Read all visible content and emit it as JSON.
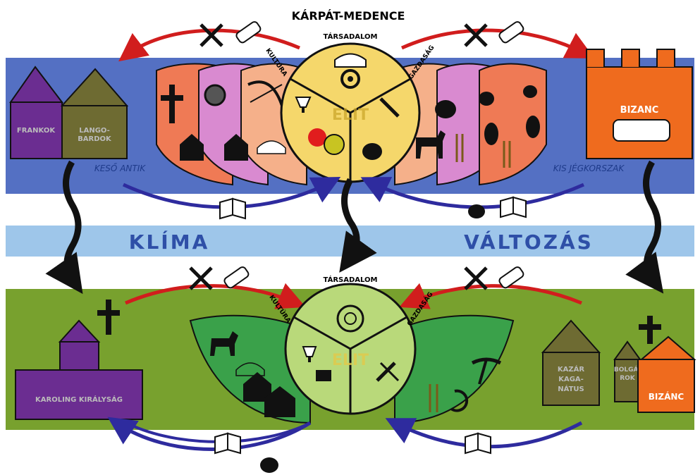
{
  "title": "KÁRPÁT-MEDENCE",
  "top": {
    "center_society": "TÁRSADALOM",
    "center_culture": "KULTÚRA",
    "center_economy": "GAZDASÁG",
    "center_elite": "ELIT",
    "west_buildings": [
      "FRANKOK",
      "LANGO-",
      "BARDOK"
    ],
    "east_building": "BIZANC",
    "late_antique": "KESŐ ANTIK",
    "little_ice_age": "KIS JÉGKORSZAK"
  },
  "band": {
    "left": "KLÍMA",
    "right": "VÁLTOZÁS"
  },
  "bottom": {
    "center_society": "TÁRSADALOM",
    "center_culture": "KULTÚRA",
    "center_economy": "GAZDASÁG",
    "center_elite": "ELIT",
    "west_building": "KAROLING KIRÁLYSÁG",
    "khazar": [
      "KAZÁR",
      "KAGA-",
      "NÁTUS"
    ],
    "bulgar": [
      "BOLGÁ-",
      "ROK"
    ],
    "byzantium": "BIZÁNC"
  },
  "colors": {
    "top_band": "#5470c3",
    "mid_band": "#9ec6ea",
    "bottom_band": "#78a12e",
    "arrow_red": "#d11d1d",
    "arrow_blue": "#2e2b9e",
    "purple": "#6b2d91",
    "olive": "#6e6b32",
    "orange": "#ef6b1e",
    "elite_top": "#f5d76b",
    "elite_bottom": "#b9d97a"
  },
  "icons": [
    "cross-icon",
    "horse-icon",
    "bow-icon",
    "sword-icon",
    "money-bag-icon",
    "book-icon",
    "scroll-icon",
    "wheat-icon",
    "amphora-icon",
    "house-icon",
    "yurt-icon",
    "chalice-icon",
    "pickaxe-icon"
  ]
}
